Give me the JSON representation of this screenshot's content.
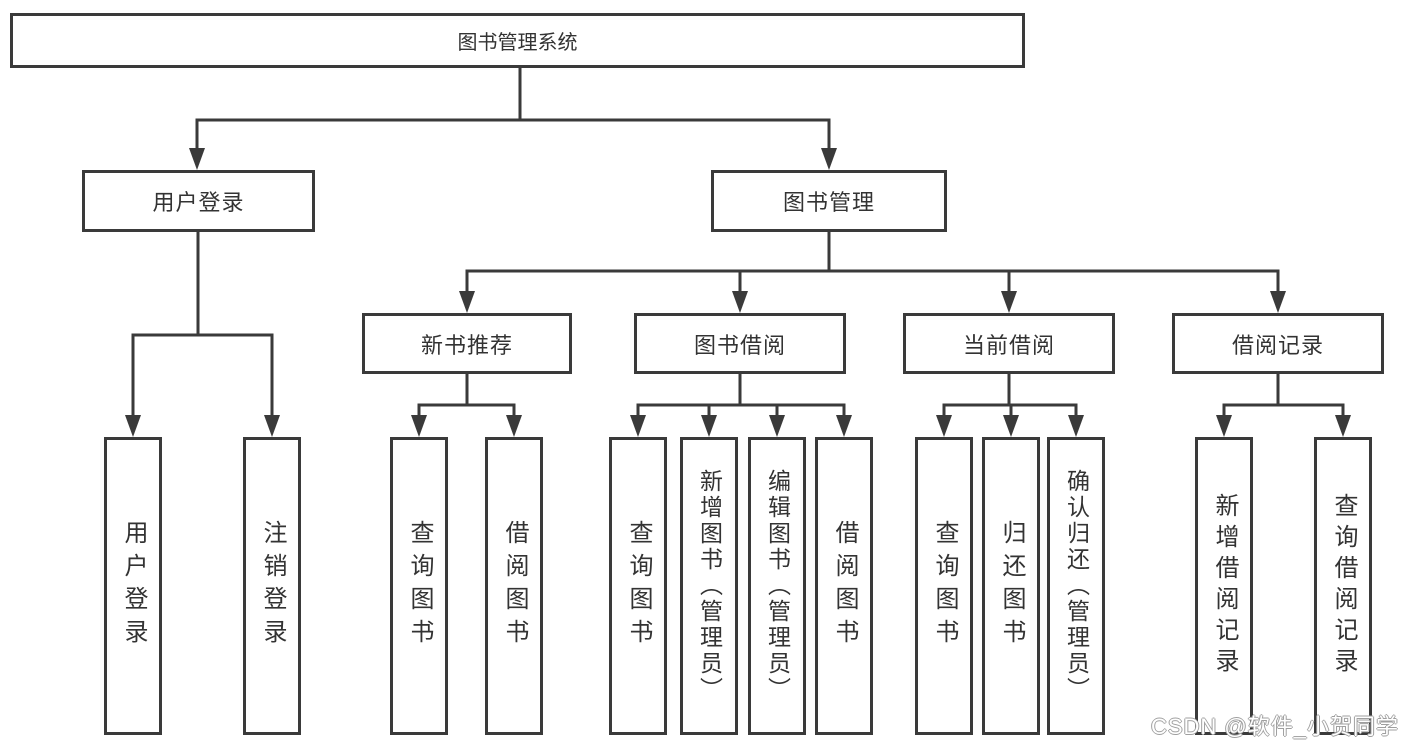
{
  "colors": {
    "line": "#3a3a3a",
    "box_border": "#3a3a3a",
    "text": "#333333",
    "background": "#ffffff",
    "watermark_fill": "#ffffff",
    "watermark_outline": "#9f9f9f"
  },
  "watermark": {
    "text": "CSDN @软件_小贺同学"
  },
  "diagram": {
    "root": {
      "label": "图书管理系统"
    },
    "branches": [
      {
        "label": "用户登录",
        "children": [
          {
            "label": "用户登录"
          },
          {
            "label": "注销登录"
          }
        ]
      },
      {
        "label": "图书管理",
        "children": [
          {
            "label": "新书推荐",
            "children": [
              {
                "label": "查询图书"
              },
              {
                "label": "借阅图书"
              }
            ]
          },
          {
            "label": "图书借阅",
            "children": [
              {
                "label": "查询图书"
              },
              {
                "label": "新增图书（管理员）"
              },
              {
                "label": "编辑图书（管理员）"
              },
              {
                "label": "借阅图书"
              }
            ]
          },
          {
            "label": "当前借阅",
            "children": [
              {
                "label": "查询图书"
              },
              {
                "label": "归还图书"
              },
              {
                "label": "确认归还（管理员）"
              }
            ]
          },
          {
            "label": "借阅记录",
            "children": [
              {
                "label": "新增借阅记录"
              },
              {
                "label": "查询借阅记录"
              }
            ]
          }
        ]
      }
    ]
  }
}
